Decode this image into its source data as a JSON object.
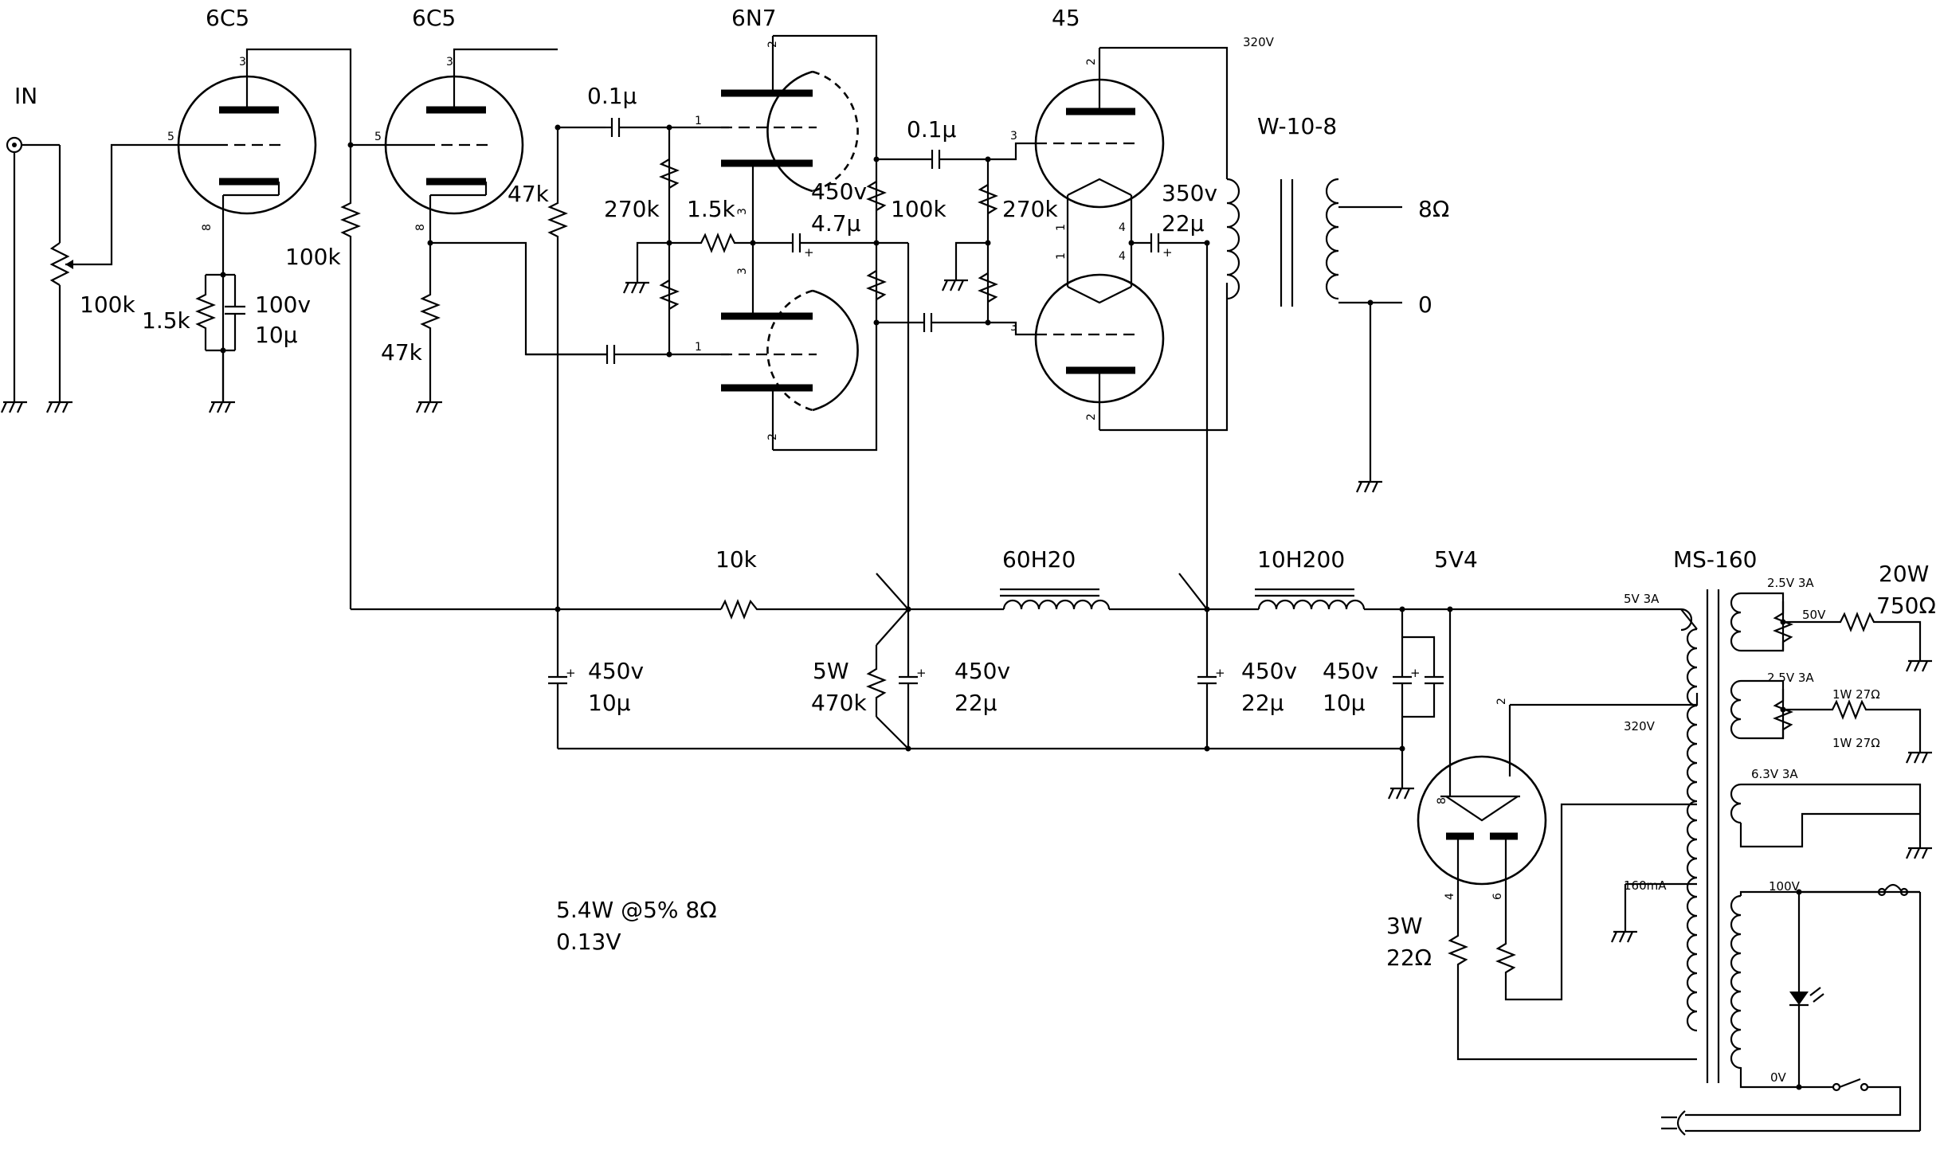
{
  "labels": {
    "in": "IN",
    "v1": "6C5",
    "v2": "6C5",
    "v3": "6N7",
    "v4": "45",
    "b320": "320V",
    "ot": "W-10-8",
    "ohm8": "8Ω",
    "zero": "0",
    "pot": "100k",
    "rk1": "1.5k",
    "ck1a": "100v",
    "ck1b": "10μ",
    "rg2": "100k",
    "rk2": "47k",
    "rl2": "47k",
    "cc1": "0.1μ",
    "rg3": "270k",
    "rk3": "1.5k",
    "ck3a": "450v",
    "ck3b": "4.7μ",
    "cc2": "0.1μ",
    "rl3": "100k",
    "rg4": "270k",
    "ck4a": "350v",
    "ck4b": "22μ",
    "rdrop": "10k",
    "ch1": "60H20",
    "ch2": "10H200",
    "rect": "5V4",
    "pt": "MS-160",
    "c1a": "450v",
    "c1b": "10μ",
    "rbw": "5W",
    "rbv": "470k",
    "c2a": "450v",
    "c2b": "22μ",
    "c3a": "450v",
    "c3b": "22μ",
    "c4a": "450v",
    "c4b": "10μ",
    "rlim1": "3W",
    "rlim2": "22Ω",
    "spec1": "5.4W @5% 8Ω",
    "spec2": "0.13V",
    "w20": "20W",
    "r750": "750Ω",
    "t5v": "5V 3A",
    "t25a": "2.5V 3A",
    "t50v": "50V",
    "t25b": "2.5V 3A",
    "t27a": "1W 27Ω",
    "t27b": "1W 27Ω",
    "t63": "6.3V 3A",
    "t320": "320V",
    "t160": "160mA",
    "t100": "100V",
    "t0v": "0V"
  },
  "pins": [
    "3",
    "5",
    "8",
    "3",
    "5",
    "8",
    "2",
    "1",
    "3",
    "3",
    "1",
    "2",
    "2",
    "3",
    "1",
    "4",
    "1",
    "4",
    "3",
    "2",
    "8",
    "2",
    "4",
    "6"
  ]
}
